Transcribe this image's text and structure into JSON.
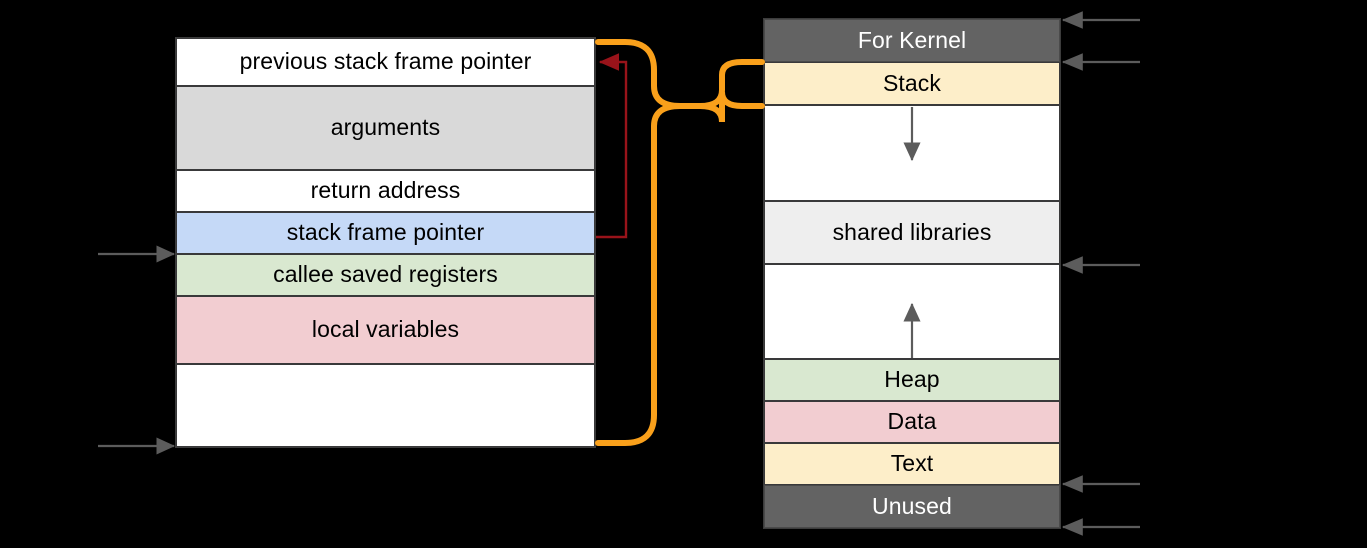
{
  "diagram": {
    "title": "Stack frame layout and process virtual memory layout",
    "background_color": "#000000",
    "accent_brace_color": "#f9a01b",
    "pointer_arrow_color": "#99131a",
    "gray_arrow_color": "#5c5c5c"
  },
  "stack_frame_panel": {
    "name": "stack-frame",
    "rows": [
      {
        "label": "previous stack frame pointer",
        "color": "#ffffff"
      },
      {
        "label": "arguments",
        "color": "#d9d9d9"
      },
      {
        "label": "return address",
        "color": "#ffffff"
      },
      {
        "label": "stack frame pointer",
        "color": "#c5d9f7"
      },
      {
        "label": "callee saved registers",
        "color": "#d9e8d0"
      },
      {
        "label": "local variables",
        "color": "#f2cdd1"
      },
      {
        "label": "",
        "color": "#ffffff"
      }
    ]
  },
  "memory_layout_panel": {
    "name": "process-memory-layout",
    "rows": [
      {
        "label": "For Kernel",
        "color": "#636363",
        "text_color": "#ffffff"
      },
      {
        "label": "Stack",
        "color": "#fdeec9",
        "text_color": "#000000"
      },
      {
        "label": "",
        "color": "#ffffff",
        "text_color": "#000000"
      },
      {
        "label": "shared libraries",
        "color": "#eeeeee",
        "text_color": "#000000"
      },
      {
        "label": "",
        "color": "#ffffff",
        "text_color": "#000000"
      },
      {
        "label": "Heap",
        "color": "#d9e8d0",
        "text_color": "#000000"
      },
      {
        "label": "Data",
        "color": "#f2cdd1",
        "text_color": "#000000"
      },
      {
        "label": "Text",
        "color": "#fdeec9",
        "text_color": "#000000"
      },
      {
        "label": "Unused",
        "color": "#636363",
        "text_color": "#ffffff"
      }
    ],
    "growth_arrows": [
      {
        "name": "stack-grows-down-arrow",
        "direction": "down"
      },
      {
        "name": "heap-grows-up-arrow",
        "direction": "up"
      }
    ]
  },
  "connectors": {
    "frame_to_stack_brace": "orange-curly-brace",
    "saved_frame_pointer_link": "previous-frame-pointer-link"
  }
}
